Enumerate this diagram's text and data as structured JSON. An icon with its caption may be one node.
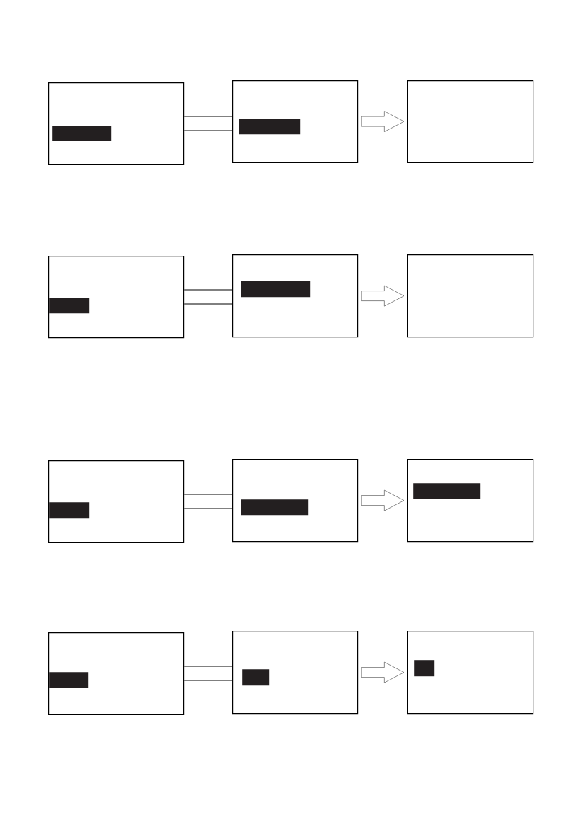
{
  "diagram": {
    "nodes": [
      {
        "text": [],
        "shape": "box"
      },
      {
        "text": [],
        "shape": "bar",
        "in": 0
      },
      {
        "text": [],
        "shape": "box"
      },
      {
        "text": [],
        "shape": "bar",
        "in": 2
      },
      {
        "text": [],
        "shape": "box"
      },
      {
        "text": [],
        "shape": "box"
      },
      {
        "text": [],
        "shape": "bar",
        "in": 5
      },
      {
        "text": [],
        "shape": "box"
      },
      {
        "text": [],
        "shape": "bar",
        "in": 7
      },
      {
        "text": [],
        "shape": "box"
      },
      {
        "text": [],
        "shape": "box"
      },
      {
        "text": [],
        "shape": "bar",
        "in": 10
      },
      {
        "text": [],
        "shape": "box"
      },
      {
        "text": [],
        "shape": "bar",
        "in": 12
      },
      {
        "text": [],
        "shape": "box"
      },
      {
        "text": [],
        "shape": "bar",
        "in": 14
      },
      {
        "text": [],
        "shape": "box"
      },
      {
        "text": [],
        "shape": "bar",
        "in": 16
      },
      {
        "text": [],
        "shape": "box"
      },
      {
        "text": [],
        "shape": "bar",
        "in": 18
      },
      {
        "text": [],
        "shape": "box"
      },
      {
        "text": [],
        "shape": "bar",
        "in": 20
      }
    ],
    "edges": [
      {
        "from": 0,
        "to": 2,
        "arrow": "none"
      },
      {
        "from": 2,
        "to": 4,
        "arrow": "to"
      },
      {
        "from": 5,
        "to": 7,
        "arrow": "none"
      },
      {
        "from": 7,
        "to": 9,
        "arrow": "to"
      },
      {
        "from": 10,
        "to": 12,
        "arrow": "none"
      },
      {
        "from": 12,
        "to": 14,
        "arrow": "to"
      },
      {
        "from": 16,
        "to": 18,
        "arrow": "none"
      },
      {
        "from": 18,
        "to": 20,
        "arrow": "to"
      }
    ]
  }
}
